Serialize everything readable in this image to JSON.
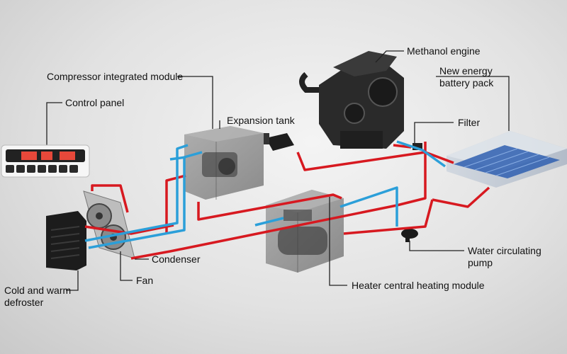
{
  "labels": {
    "control_panel": "Control panel",
    "compressor": "Compressor integrated module",
    "expansion_tank": "Expansion tank",
    "engine": "Methanol engine",
    "battery_line1": "New energy",
    "battery_line2": "battery pack",
    "filter": "Filter",
    "pump_line1": "Water circulating",
    "pump_line2": "pump",
    "heater": "Heater central heating module",
    "condenser": "Condenser",
    "fan": "Fan",
    "defroster_line1": "Cold and warm",
    "defroster_line2": "defroster"
  },
  "colors": {
    "hot_pipe": "#d71920",
    "cold_pipe": "#2b9fd9",
    "leader_line": "#222222",
    "module_box": "#6f6f6f",
    "battery_cells": "#2f5fb0"
  }
}
